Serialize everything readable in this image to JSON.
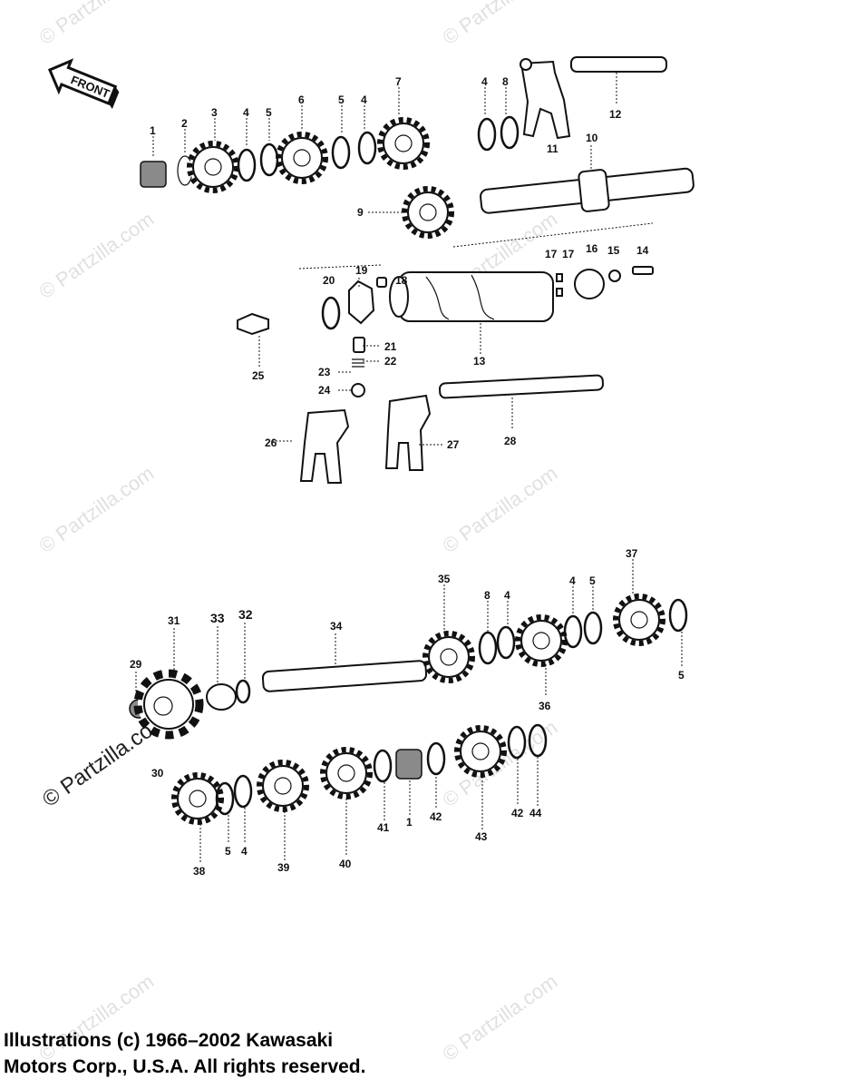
{
  "front_arrow": {
    "label": "FRONT"
  },
  "watermark": "© Partzilla.com",
  "copyright": {
    "line1": "Illustrations (c) 1966–2002 Kawasaki",
    "line2": "Motors Corp., U.S.A.  All rights reserved."
  },
  "callouts": {
    "c1": "1",
    "c2": "2",
    "c3": "3",
    "c4": "4",
    "c5": "5",
    "c6": "6",
    "c5b": "5",
    "c4b": "4",
    "c7": "7",
    "c4c": "4",
    "c8": "8",
    "c11": "11",
    "c12": "12",
    "c10": "10",
    "c9": "9",
    "c17a": "17",
    "c17b": "17",
    "c16": "16",
    "c15": "15",
    "c14": "14",
    "c20": "20",
    "c19": "19",
    "c18": "18",
    "c13": "13",
    "c21": "21",
    "c22": "22",
    "c23": "23",
    "c24": "24",
    "c25": "25",
    "c26": "26",
    "c27": "27",
    "c28": "28",
    "c37": "37",
    "c35": "35",
    "c8b": "8",
    "c4d": "4",
    "c4e": "4",
    "c5c": "5",
    "c5d": "5",
    "c31": "31",
    "c33": "33",
    "c32": "32",
    "c34": "34",
    "c29": "29",
    "c30": "30",
    "c36": "36",
    "c38": "38",
    "c5e": "5",
    "c4f": "4",
    "c39": "39",
    "c40": "40",
    "c41": "41",
    "c1b": "1",
    "c42": "42",
    "c43": "43",
    "c42b": "42",
    "c44": "44"
  }
}
